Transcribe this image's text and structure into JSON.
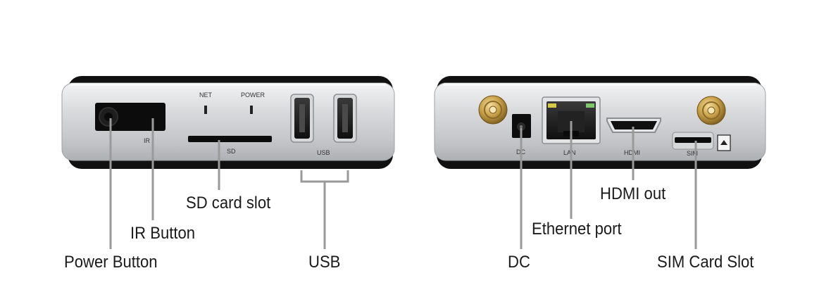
{
  "front_panel": {
    "labels": {
      "ir": "IR",
      "net": "NET",
      "power": "POWER",
      "sd": "SD",
      "usb": "USB"
    }
  },
  "back_panel": {
    "labels": {
      "dc": "DC",
      "lan": "LAN",
      "hdmi": "HDMI",
      "sim": "SIM"
    }
  },
  "callouts": {
    "power_button": "Power Button",
    "ir_button": "IR Button",
    "sd_card_slot": "SD card slot",
    "usb": "USB",
    "dc": "DC",
    "ethernet_port": "Ethernet port",
    "hdmi_out": "HDMI out",
    "sim_card_slot": "SIM Card Slot"
  },
  "colors": {
    "body_silver": "#c9cbcd",
    "body_dark": "#111111",
    "leader_line": "#9a9a9a",
    "antenna_gold": "#c9a24a"
  }
}
